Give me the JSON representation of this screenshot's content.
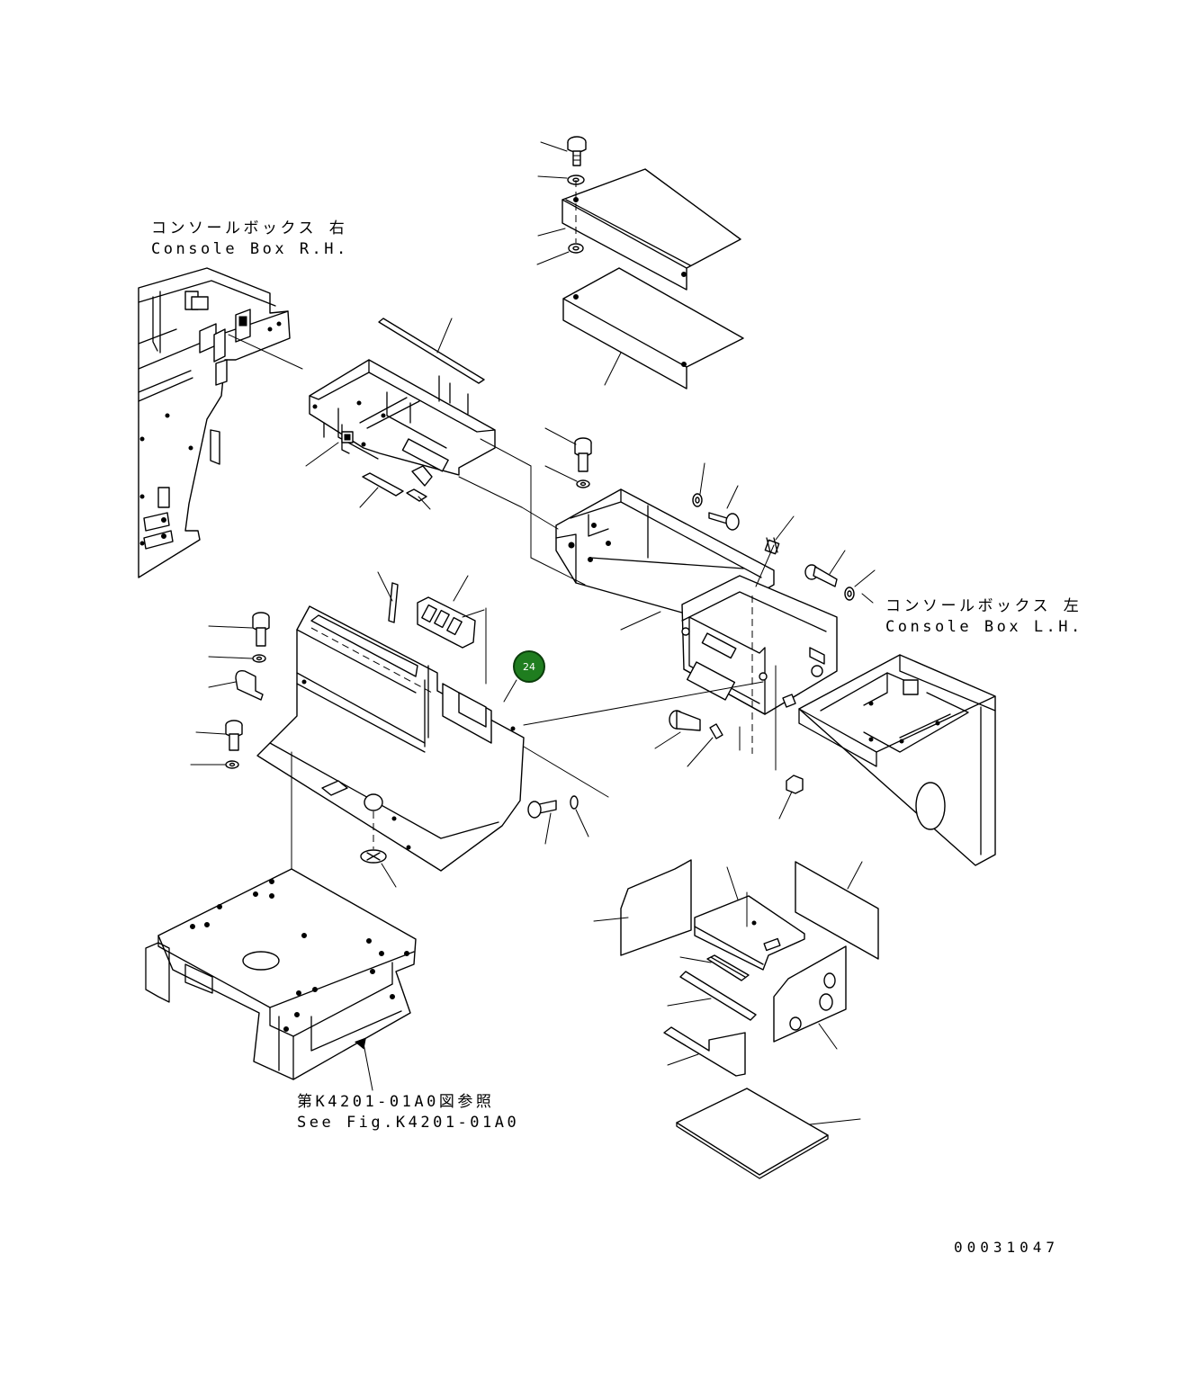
{
  "labels": {
    "console_rh_jp": "コンソールボックス 右",
    "console_rh_en": "Console Box R.H.",
    "console_lh_jp": "コンソールボックス 左",
    "console_lh_en": "Console Box L.H.",
    "see_fig_jp": "第K4201-01A0図参照",
    "see_fig_en": "See Fig.K4201-01A0",
    "drawing_number": "00031047"
  },
  "callouts": [
    {
      "number": "24",
      "color": "#1f7d1f"
    }
  ]
}
